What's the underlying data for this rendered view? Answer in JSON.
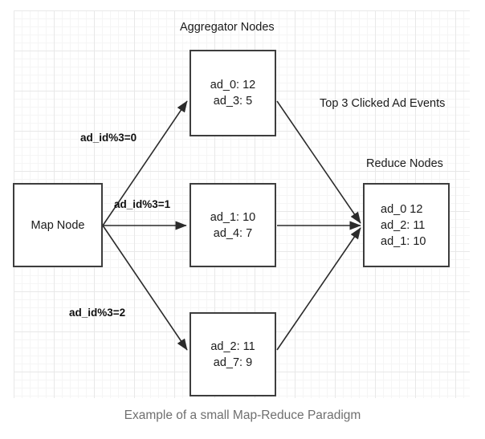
{
  "diagram": {
    "caption": "Example of a small Map-Reduce Paradigm",
    "headings": {
      "aggregator": "Aggregator Nodes",
      "reduce": "Reduce Nodes",
      "top_events": "Top 3 Clicked Ad Events"
    },
    "colors": {
      "node_border": "#3d3d3d",
      "node_fill": "#ffffff",
      "edge": "#2b2b2b",
      "grid_major": "#e8e8e8",
      "grid_minor": "#f5f5f5",
      "text": "#1a1a1a",
      "caption_text": "#6f6f6f",
      "background": "#ffffff"
    },
    "nodes": {
      "map": {
        "label": "Map Node",
        "lines": [
          "Map Node"
        ]
      },
      "aggregator_0": {
        "lines": [
          "ad_0: 12",
          "ad_3: 5"
        ]
      },
      "aggregator_1": {
        "lines": [
          "ad_1: 10",
          "ad_4: 7"
        ]
      },
      "aggregator_2": {
        "lines": [
          "ad_2: 11",
          "ad_7: 9"
        ]
      },
      "reduce": {
        "lines": [
          "ad_0 12",
          "ad_2: 11",
          "ad_1: 10"
        ]
      }
    },
    "edge_labels": {
      "mod0": "ad_id%3=0",
      "mod1": "ad_id%3=1",
      "mod2": "ad_id%3=2"
    }
  }
}
